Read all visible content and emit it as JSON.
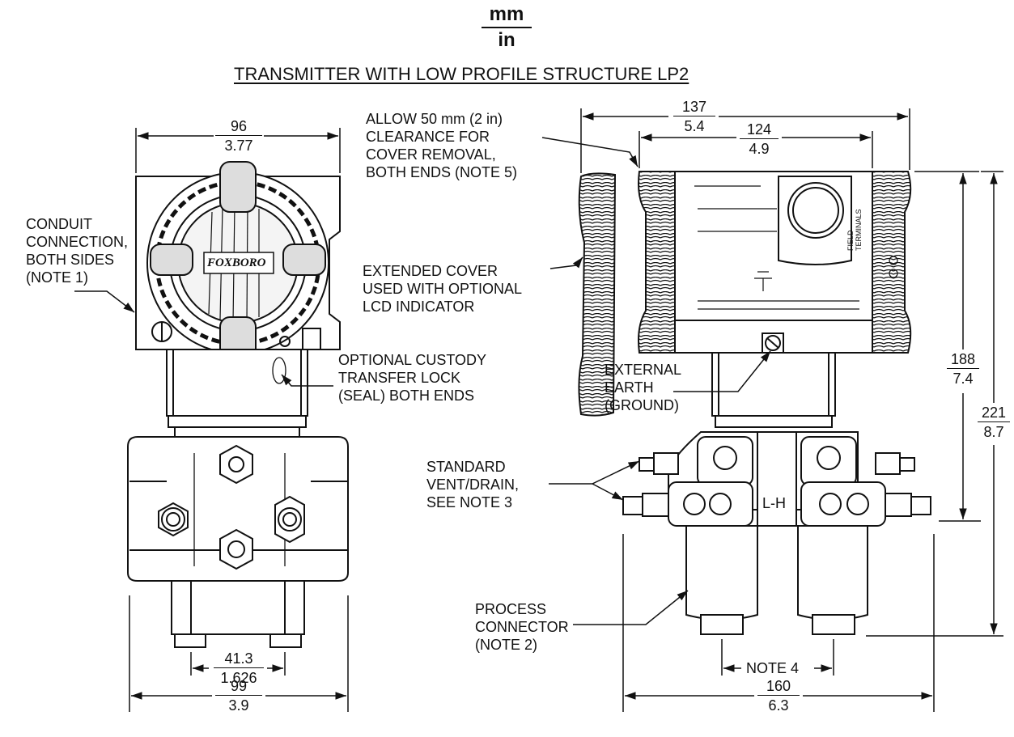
{
  "units": {
    "top": "mm",
    "bottom": "in"
  },
  "title": "TRANSMITTER WITH LOW PROFILE STRUCTURE LP2",
  "brand_logo": "FOXBORO",
  "callouts": {
    "conduit": [
      "CONDUIT",
      "CONNECTION,",
      "BOTH SIDES",
      "(NOTE 1)"
    ],
    "clearance": [
      "ALLOW 50 mm (2 in)",
      "CLEARANCE FOR",
      "COVER REMOVAL,",
      "BOTH ENDS (NOTE 5)"
    ],
    "extended_cover": [
      "EXTENDED COVER",
      "USED WITH OPTIONAL",
      "LCD INDICATOR"
    ],
    "custody_lock": [
      "OPTIONAL CUSTODY",
      "TRANSFER LOCK",
      "(SEAL) BOTH ENDS"
    ],
    "earth": [
      "EXTERNAL",
      "EARTH",
      "(GROUND)"
    ],
    "vent_drain": [
      "STANDARD",
      "VENT/DRAIN,",
      "SEE NOTE 3"
    ],
    "process_connector": [
      "PROCESS",
      "CONNECTOR",
      "(NOTE 2)"
    ],
    "note4": "NOTE 4",
    "lh_marking": "L-H",
    "field_terminals": [
      "FIELD",
      "TERMINALS"
    ]
  },
  "dimensions": {
    "front_width": {
      "mm": "96",
      "in": "3.77"
    },
    "front_body_width": {
      "mm": "99",
      "in": "3.9"
    },
    "front_port_spacing": {
      "mm": "41.3",
      "in": "1.626"
    },
    "side_overall_width": {
      "mm": "137",
      "in": "5.4"
    },
    "side_housing_width": {
      "mm": "124",
      "in": "4.9"
    },
    "side_height_188": {
      "mm": "188",
      "in": "7.4"
    },
    "side_height_221": {
      "mm": "221",
      "in": "8.7"
    },
    "side_bottom_width": {
      "mm": "160",
      "in": "6.3"
    }
  }
}
